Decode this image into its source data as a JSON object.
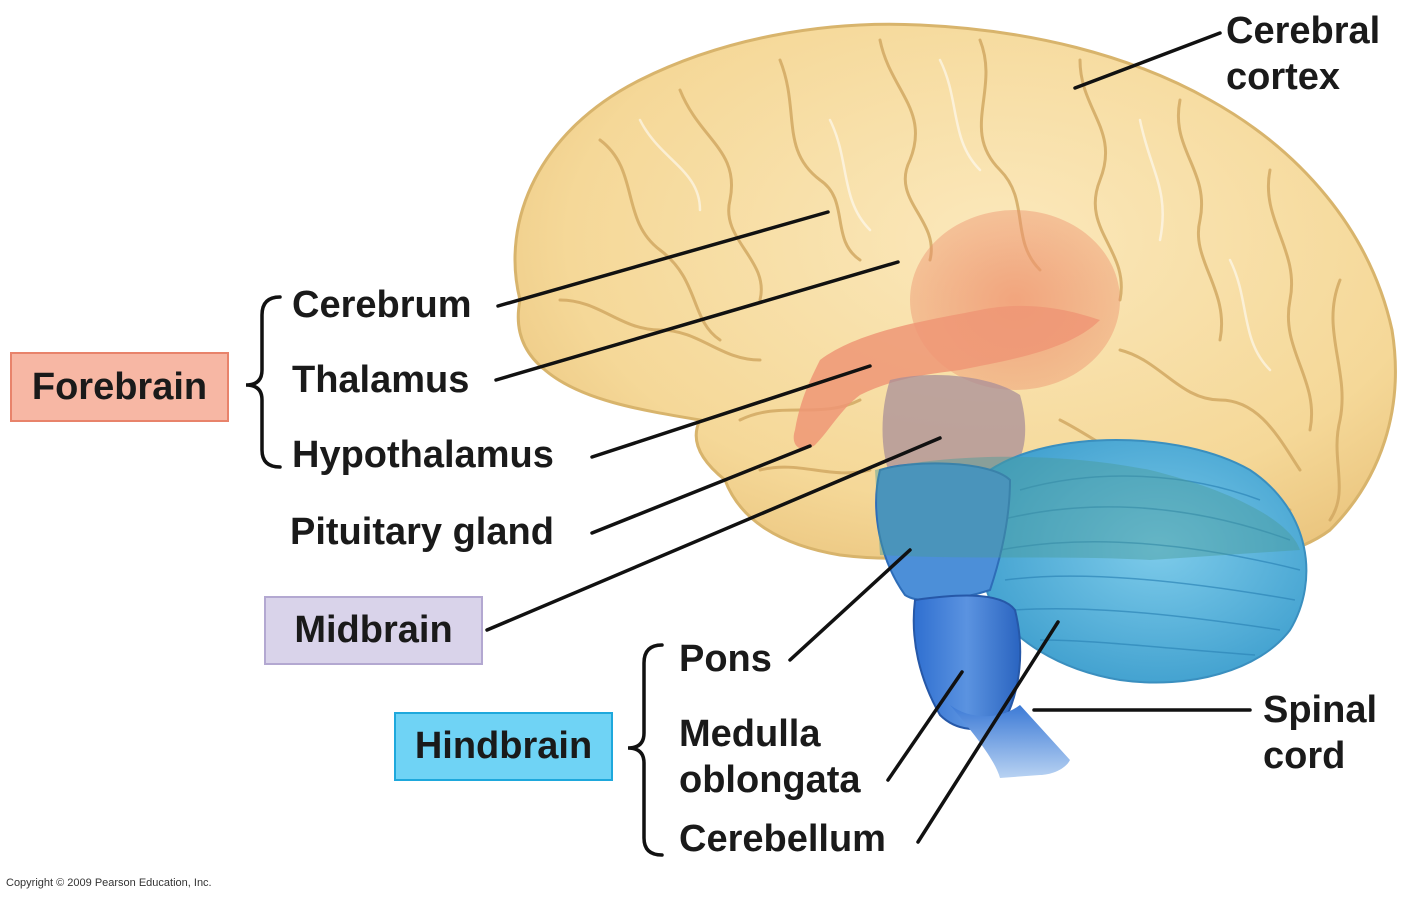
{
  "groups": {
    "forebrain": {
      "label": "Forebrain",
      "fill": "#f7b7a4",
      "border": "#e8836b"
    },
    "midbrain": {
      "label": "Midbrain",
      "fill": "#d9d3ea",
      "border": "#b3a8d1"
    },
    "hindbrain": {
      "label": "Hindbrain",
      "fill": "#6fd3f5",
      "border": "#1ea8dc"
    }
  },
  "labels": {
    "cerebral_cortex": [
      "Cerebral",
      "cortex"
    ],
    "cerebrum": "Cerebrum",
    "thalamus": "Thalamus",
    "hypothalamus": "Hypothalamus",
    "pituitary": "Pituitary gland",
    "pons": "Pons",
    "medulla": [
      "Medulla",
      "oblongata"
    ],
    "cerebellum": "Cerebellum",
    "spinal_cord": [
      "Spinal",
      "cord"
    ]
  },
  "colors": {
    "cortex": "#f7dfa4",
    "cortex_stroke": "#d9b46a",
    "diencephalon": "#f0a07c",
    "brainstem": "#3f80d6",
    "cerebellum": "#5fb6d9",
    "leader": "#111111"
  },
  "copyright": "Copyright © 2009 Pearson Education, Inc."
}
